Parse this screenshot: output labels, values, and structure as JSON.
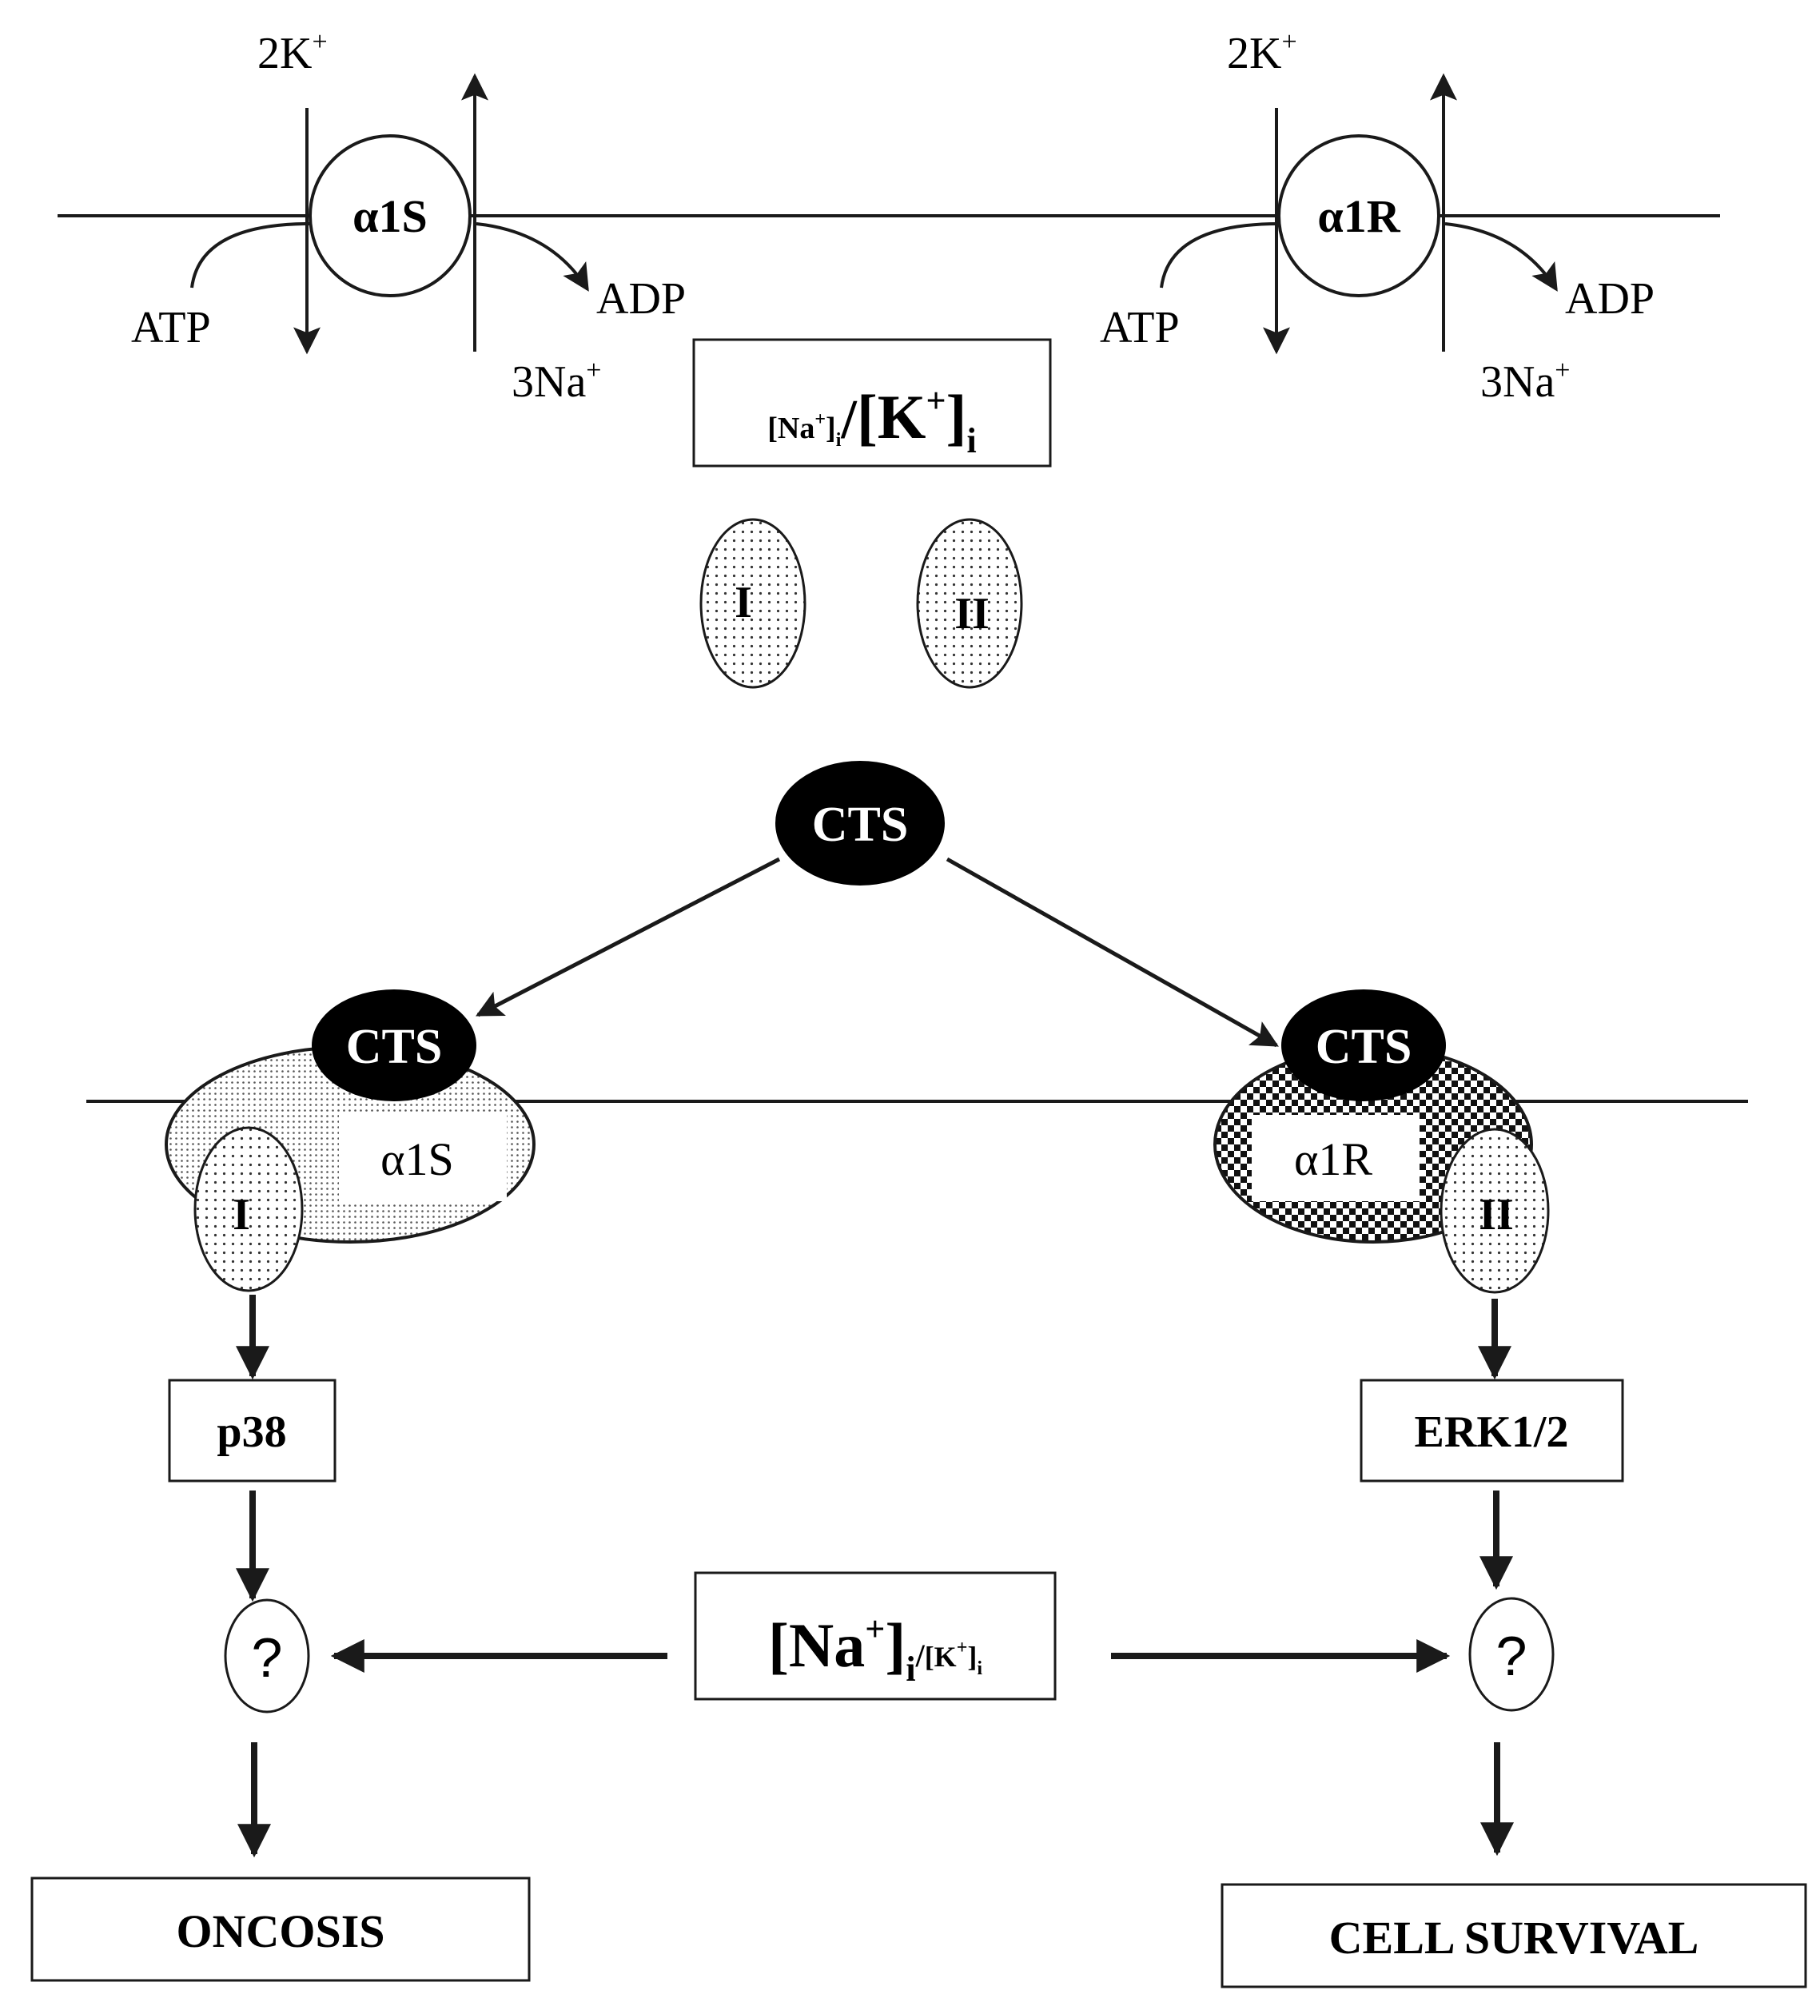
{
  "top": {
    "left_pump": {
      "label": "α1S",
      "k_ion": "2K",
      "k_sup": "+",
      "na_ion": "3Na",
      "na_sup": "+",
      "atp": "ATP",
      "adp": "ADP"
    },
    "right_pump": {
      "label": "α1R",
      "k_ion": "2K",
      "k_sup": "+",
      "na_ion": "3Na",
      "na_sup": "+",
      "atp": "ATP",
      "adp": "ADP"
    },
    "ratio_box": {
      "na": "[Na",
      "na_sup": "+",
      "na_close": "]",
      "na_sub": "i",
      "slash": "/",
      "k": "[K",
      "k_sup": "+",
      "k_close": "]",
      "k_sub": "i"
    },
    "proteins": {
      "left": "I",
      "right": "II"
    }
  },
  "bottom": {
    "cts_free": "CTS",
    "left_complex": {
      "cts": "CTS",
      "pump": "α1S",
      "protein": "I",
      "kinase": "p38",
      "query": "?",
      "outcome": "ONCOSIS"
    },
    "right_complex": {
      "cts": "CTS",
      "pump": "α1R",
      "protein": "II",
      "kinase": "ERK1/2",
      "query": "?",
      "outcome": "CELL SURVIVAL"
    },
    "ratio_box": {
      "na": "[Na",
      "na_sup": "+",
      "na_close": "]",
      "na_sub": "i",
      "slash": "/",
      "k": "[K",
      "k_sup": "+",
      "k_close": "]",
      "k_sub": "i"
    }
  },
  "colors": {
    "line": "#1a1a1a",
    "cts_fill": "#000000",
    "dot_fill": "#e6e6e6"
  }
}
